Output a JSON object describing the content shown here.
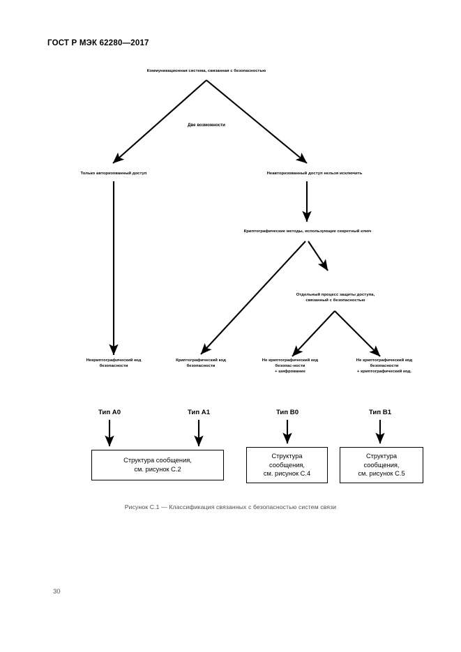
{
  "document": {
    "header": "ГОСТ Р МЭК 62280—2017",
    "page_number": "30"
  },
  "figure": {
    "caption": "Рисунок С.1 — Классификация связанных с безопасностью систем связи",
    "root": "Коммуникационная система, связанная с безопасностью",
    "branch_label": "Две возможности",
    "level2": {
      "left": "Только авторизованный доступ",
      "right": "Неавторизованный доступ нельзя исключить"
    },
    "crypto_methods": "Криптографические методы, использующие секретный ключ",
    "separate_process": "Отдельный процесс защиты доступа,\nсвязанный с безопасностью",
    "leaves": [
      {
        "id": "leaf-a0",
        "text": "Некриптографический код\nбезопасности",
        "type_label": "Тип A0"
      },
      {
        "id": "leaf-a1",
        "text": "Криптографический код\nбезопасности",
        "type_label": "Тип A1"
      },
      {
        "id": "leaf-b0",
        "text": "Не криптографический код\nбезопас-ности\n+ шифрование",
        "type_label": "Тип B0"
      },
      {
        "id": "leaf-b1",
        "text": "Не криптографический код\nбезопасности\n+ криптографический код.",
        "type_label": "Тип B1"
      }
    ],
    "message_boxes": [
      {
        "id": "msg-box-c2",
        "text": "Структура сообщения,\nсм. рисунок С.2"
      },
      {
        "id": "msg-box-c4",
        "text": "Структура\nсообщения,\nсм. рисунок С.4"
      },
      {
        "id": "msg-box-c5",
        "text": "Структура\nсообщения,\nсм. рисунок С.5"
      }
    ]
  }
}
